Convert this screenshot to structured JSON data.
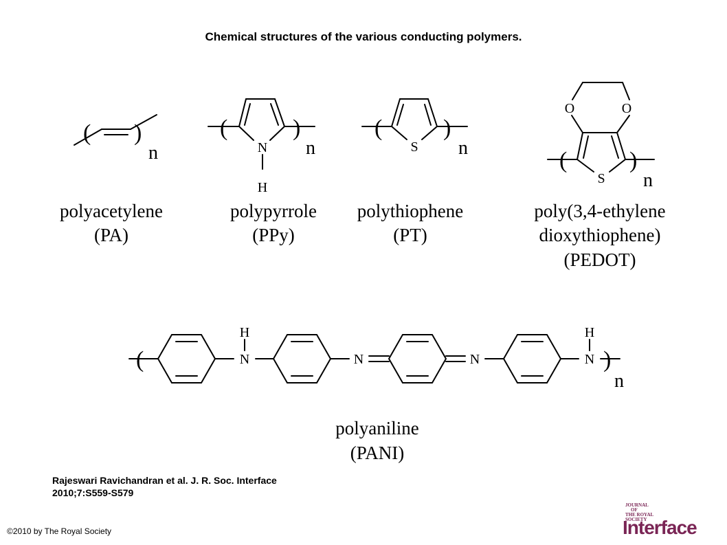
{
  "title": "Chemical structures of the various conducting polymers.",
  "polymers": {
    "pa": {
      "line1": "polyacetylene",
      "line2": "(PA)",
      "index": "n"
    },
    "ppy": {
      "line1": "polypyrrole",
      "line2": "(PPy)",
      "index": "n",
      "n_atom": "N",
      "h_atom": "H"
    },
    "pt": {
      "line1": "polythiophene",
      "line2": "(PT)",
      "index": "n",
      "s_atom": "S"
    },
    "pedot": {
      "line1": "poly(3,4-ethylene",
      "line2": "dioxythiophene)",
      "line3": "(PEDOT)",
      "index": "n",
      "s_atom": "S",
      "o_atom": "O"
    },
    "pani": {
      "line1": "polyaniline",
      "line2": "(PANI)",
      "index": "n",
      "n_atom": "N",
      "h_atom": "H"
    }
  },
  "paren_open": "(",
  "paren_close": ")",
  "citation": {
    "line1": "Rajeswari Ravichandran et al. J. R. Soc. Interface",
    "line2": "2010;7:S559-S579"
  },
  "copyright": "©2010 by The Royal Society",
  "logo": {
    "small_line1": "JOURNAL",
    "small_line2": "OF",
    "small_line3": "THE ROYAL",
    "small_line4": "SOCIETY",
    "main": "Interface",
    "color": "#7a2555"
  }
}
